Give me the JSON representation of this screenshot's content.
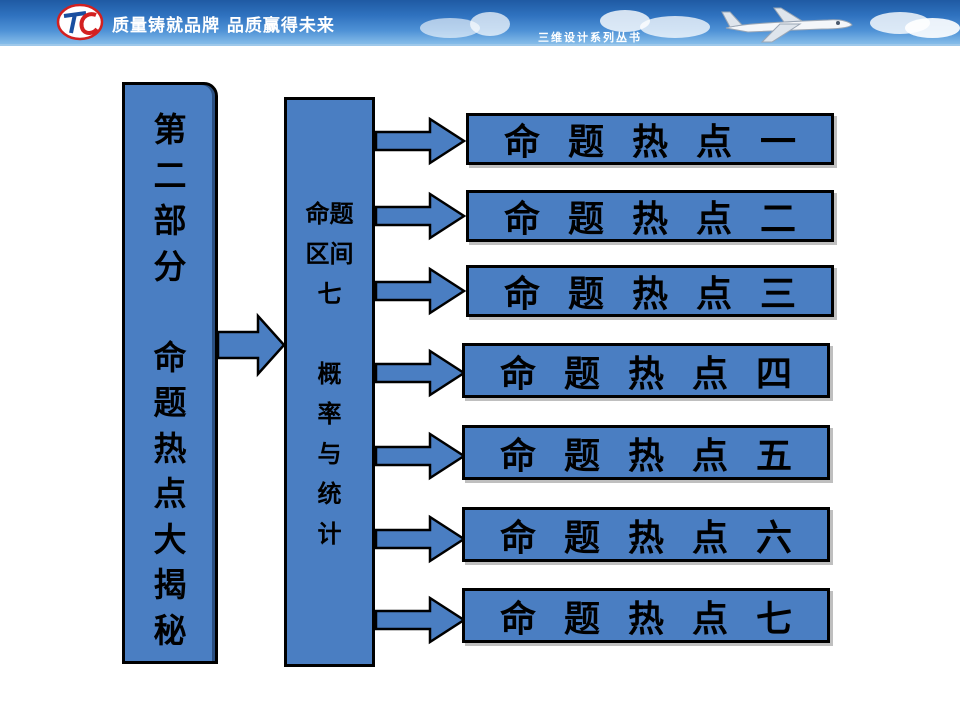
{
  "header": {
    "slogan": "质量铸就品牌 品质赢得未来",
    "series": "三维设计系列丛书",
    "logo_icon": "tc-logo-icon",
    "plane_icon": "airplane-icon"
  },
  "colors": {
    "box_fill": "#4a7ec2",
    "banner": "#2f72bf",
    "border": "#000000"
  },
  "part": {
    "title": "第\n二\n部\n分\n\n命\n题\n热\n点\n大\n揭\n秘"
  },
  "interval": {
    "title": "命题\n区间\n七\n\n概\n率\n与\n统\n计"
  },
  "hot_points": [
    {
      "label": "命题热点一"
    },
    {
      "label": "命题热点二"
    },
    {
      "label": "命题热点三"
    },
    {
      "label": "命题热点四"
    },
    {
      "label": "命题热点五"
    },
    {
      "label": "命题热点六"
    },
    {
      "label": "命题热点七"
    }
  ]
}
